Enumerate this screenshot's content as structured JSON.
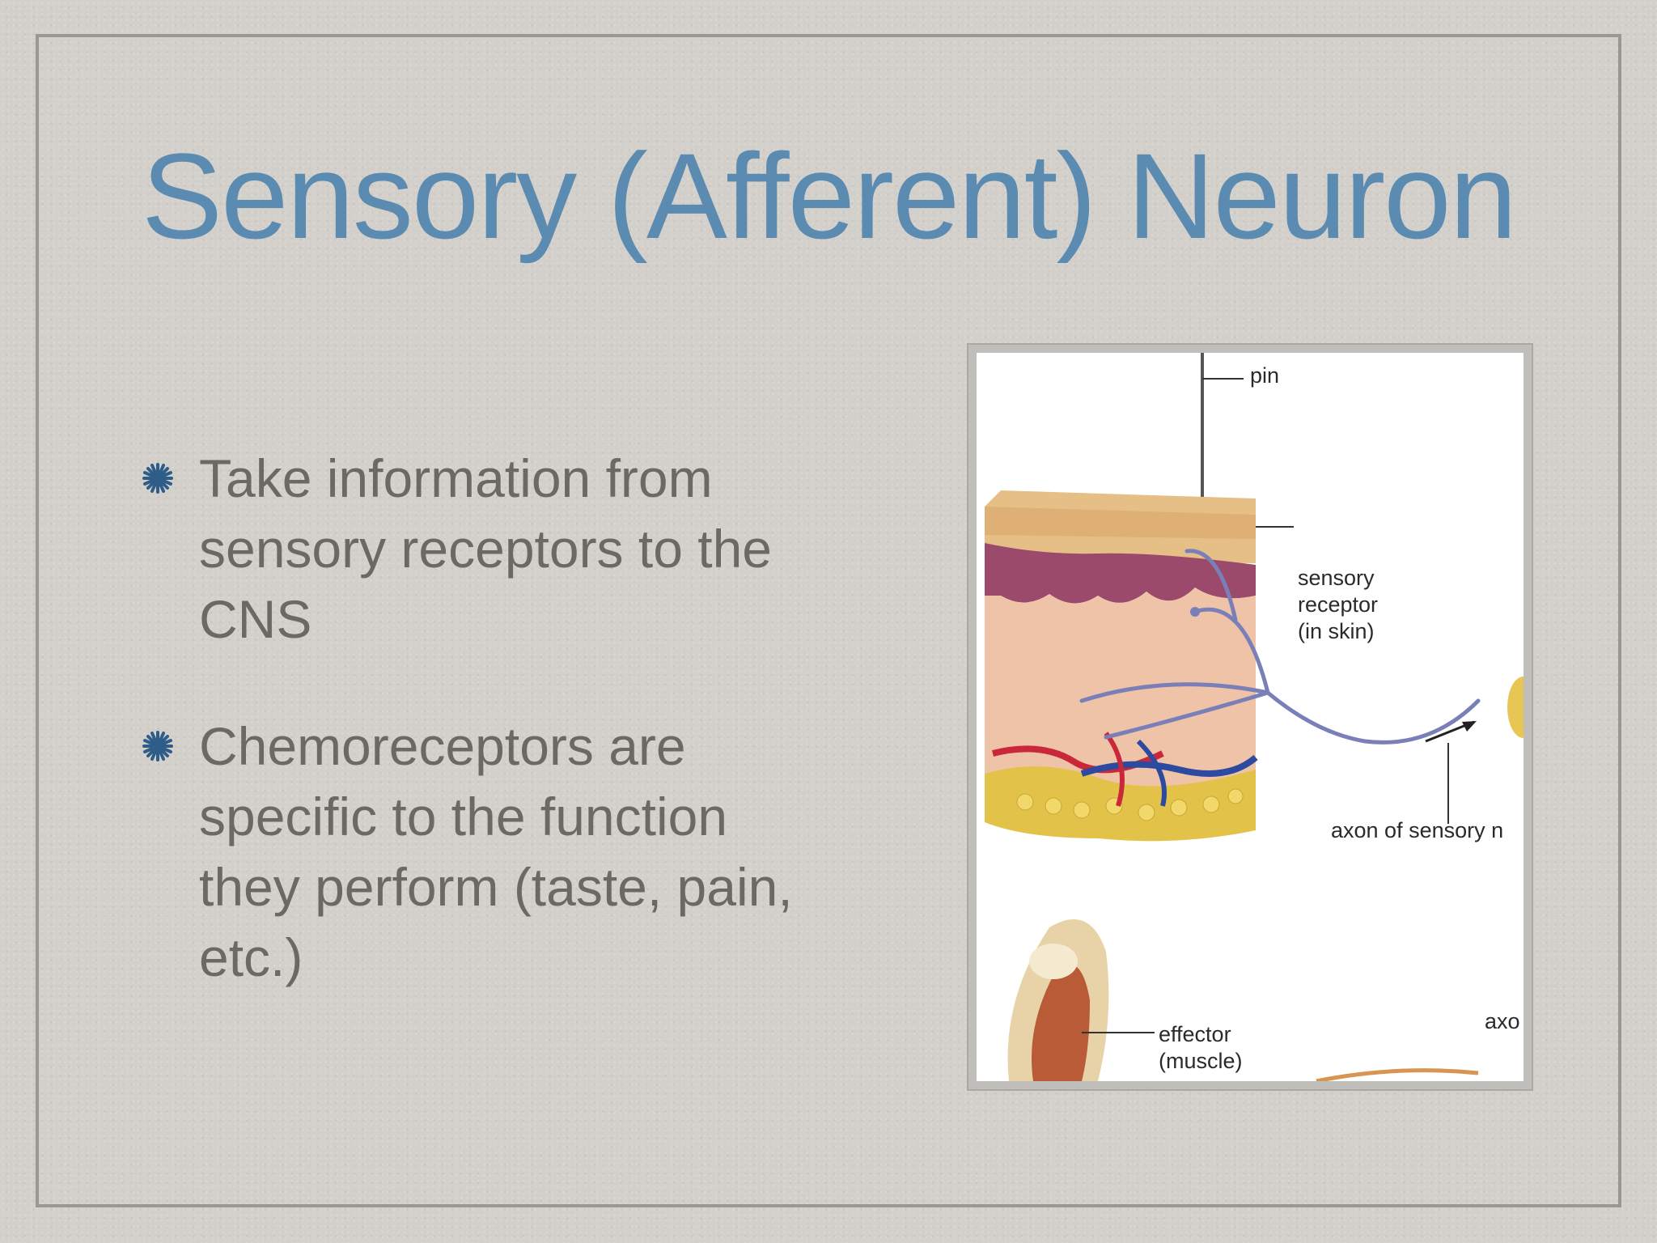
{
  "slide": {
    "title": "Sensory (Afferent) Neuron",
    "bullets": [
      {
        "icon": "asterisk-bullet-icon",
        "text": "Take information from sensory receptors to the CNS"
      },
      {
        "icon": "asterisk-bullet-icon",
        "text": "Chemoreceptors are specific to the function they perform (taste, pain, etc.)"
      }
    ]
  },
  "figure": {
    "labels": {
      "pin": "pin",
      "sensory_receptor": [
        "sensory",
        "receptor",
        "(in skin)"
      ],
      "axon_of_sensory": "axon of sensory n",
      "effector": [
        "effector",
        "(muscle)"
      ],
      "axon": "axo"
    }
  },
  "colors": {
    "title": "#5b8bb0",
    "bullet_text": "#6b6866",
    "bullet_icon": "#2f5d8a",
    "background": "#d3d0cb"
  }
}
